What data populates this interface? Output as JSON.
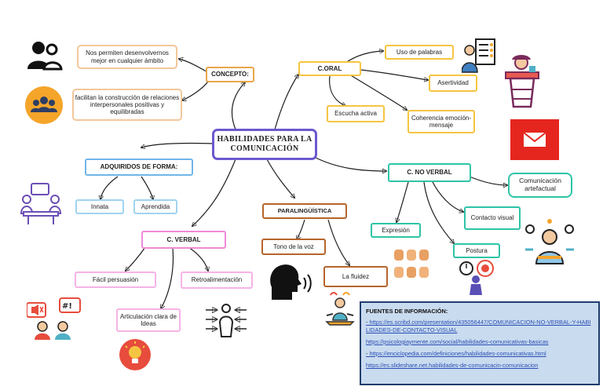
{
  "title": "HABILIDADES PARA LA COMUNICACIÓN",
  "concepto": {
    "label": "CONCEPTO:",
    "text1": "Nos permiten desenvolvernos mejor en cualquier ámbito",
    "text2": "facilitan la construcción de relaciones interpersonales positivas y equilibradas"
  },
  "oral": {
    "label": "C.ORAL",
    "items": [
      "Uso de palabras",
      "Asertividad",
      "Escucha activa",
      "Coherencia emoción-mensaje"
    ]
  },
  "adquiridos": {
    "label": "ADQUIRIDOS DE FORMA:",
    "items": [
      "Innata",
      "Aprendida"
    ]
  },
  "noverbal": {
    "label": "C. NO VERBAL",
    "items": [
      "Comunicación artefactual",
      "Contacto visual",
      "Expresión",
      "Postura"
    ]
  },
  "paralinguistica": {
    "label": "PARALINGÜÍSTICA",
    "items": [
      "Tono de la voz",
      "La fluidez"
    ]
  },
  "verbal": {
    "label": "C. VERBAL",
    "items": [
      "Fácil persuasión",
      "Retroalimentación",
      "Articulación clara de Ideas"
    ]
  },
  "sources": {
    "heading": "FUENTES DE INFORMACIÓN:",
    "links": [
      "https://es.scribd.com/presentation/435056447/COMUNICACION-NO-VERBAL-Y-HABILIDADES-DE-CONTACTO-VISUAL",
      "https://psicologiaymente.com/social/habilidades-comunicativas-basicas",
      "https://enciclopedia.com/definiciones/habilidades-comunicativas.html",
      "https://es.slideshare.net.habilidades-de-comunicacin-comunicacion"
    ]
  },
  "colors": {
    "title_border": "#6a5acd",
    "concepto_border": "#e8a64a",
    "oral_border": "#f5c542",
    "adquiridos_border": "#6fb6e8",
    "noverbal_border": "#2ec4a6",
    "paralinguistica_border": "#b5652b",
    "verbal_border": "#f08ad8",
    "sources_bg": "#c9dbef"
  },
  "icons": [
    "user-group-icon",
    "team-icon",
    "teacher-checklist-icon",
    "speaker-podium-icon",
    "mail-icon",
    "meeting-table-icon",
    "speaking-head-icon",
    "meditation-icon",
    "thinking-person-icon",
    "hand-gestures-icon",
    "posture-target-icon",
    "mute-argument-icon",
    "idea-bulb-icon",
    "communication-arrows-icon"
  ]
}
